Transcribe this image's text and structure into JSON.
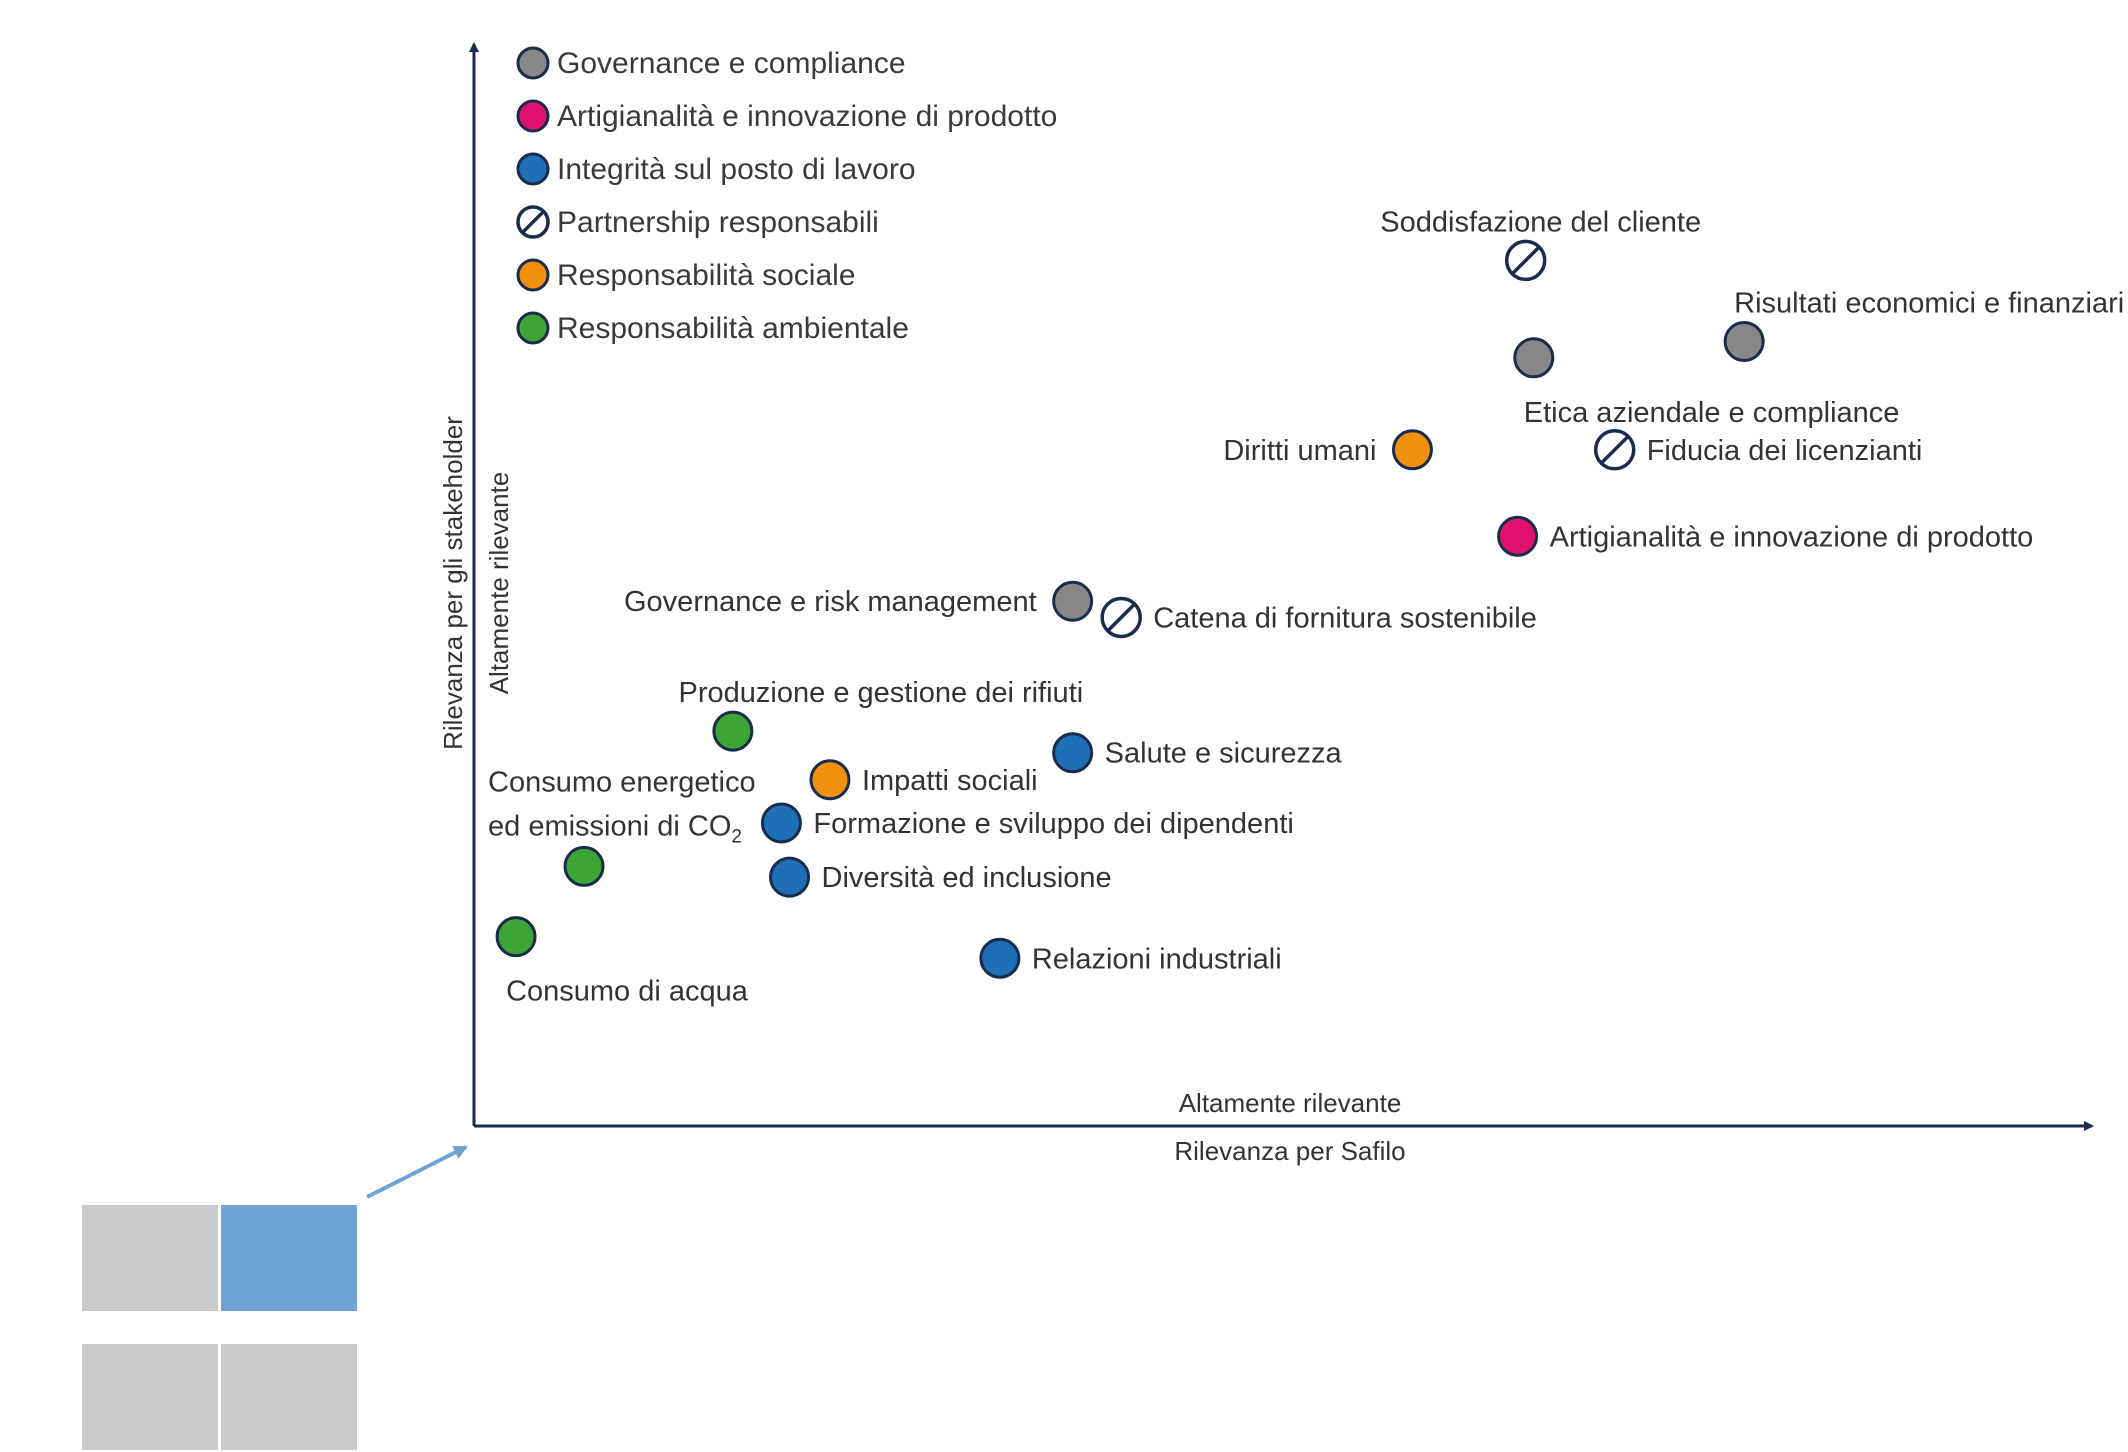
{
  "chart_data": {
    "type": "scatter",
    "x_axis": {
      "label": "Rilevanza per Safilo",
      "high_label": "Altamente rilevante",
      "range": [
        0,
        100
      ]
    },
    "y_axis": {
      "label": "Rilevanza per gli stakeholder",
      "high_label": "Altamente rilevante",
      "range": [
        0,
        100
      ]
    },
    "grid": false,
    "legend_position": "top-left",
    "categories": [
      {
        "key": "governance",
        "name": "Governance e compliance",
        "color": "#878787",
        "marker": "filled"
      },
      {
        "key": "artigianalita",
        "name": "Artigianalità e innovazione di prodotto",
        "color": "#e0116c",
        "marker": "filled"
      },
      {
        "key": "lavoro",
        "name": "Integrità sul posto di lavoro",
        "color": "#1f6fb7",
        "marker": "filled"
      },
      {
        "key": "partnership",
        "name": "Partnership responsabili",
        "color": "#1a2b4c",
        "marker": "slashed"
      },
      {
        "key": "sociale",
        "name": "Responsabilità sociale",
        "color": "#f0900f",
        "marker": "filled"
      },
      {
        "key": "ambientale",
        "name": "Responsabilità ambientale",
        "color": "#3ca535",
        "marker": "filled"
      }
    ],
    "points": [
      {
        "label": "Soddisfazione del cliente",
        "category": "partnership",
        "x": 65.0,
        "y": 80.0,
        "label_pos": "above"
      },
      {
        "label": "Risultati economici e finanziari",
        "category": "governance",
        "x": 78.5,
        "y": 72.5,
        "label_pos": "above-right"
      },
      {
        "label": "Etica aziendale e compliance",
        "category": "governance",
        "x": 65.5,
        "y": 71.0,
        "label_pos": "below"
      },
      {
        "label": "Diritti umani",
        "category": "sociale",
        "x": 58.0,
        "y": 62.5,
        "label_pos": "left"
      },
      {
        "label": "Fiducia dei licenzianti",
        "category": "partnership",
        "x": 70.5,
        "y": 62.5,
        "label_pos": "right"
      },
      {
        "label": "Artigianalità e innovazione di prodotto",
        "category": "artigianalita",
        "x": 64.5,
        "y": 54.5,
        "label_pos": "right"
      },
      {
        "label": "Governance e risk management",
        "category": "governance",
        "x": 37.0,
        "y": 48.5,
        "label_pos": "left"
      },
      {
        "label": "Catena di fornitura sostenibile",
        "category": "partnership",
        "x": 40.0,
        "y": 47.0,
        "label_pos": "right"
      },
      {
        "label": "Produzione e gestione dei rifiuti",
        "category": "ambientale",
        "x": 16.0,
        "y": 36.5,
        "label_pos": "above"
      },
      {
        "label": "Salute e sicurezza",
        "category": "lavoro",
        "x": 37.0,
        "y": 34.5,
        "label_pos": "right"
      },
      {
        "label": "Impatti sociali",
        "category": "sociale",
        "x": 22.0,
        "y": 32.0,
        "label_pos": "right"
      },
      {
        "label": "Formazione e sviluppo dei dipendenti",
        "category": "lavoro",
        "x": 19.0,
        "y": 28.0,
        "label_pos": "right"
      },
      {
        "label": "Consumo energetico",
        "label2": "ed emissioni di CO",
        "label2_sub": "2",
        "category": "ambientale",
        "x": 6.8,
        "y": 24.0,
        "label_pos": "above"
      },
      {
        "label": "Diversità ed inclusione",
        "category": "lavoro",
        "x": 19.5,
        "y": 23.0,
        "label_pos": "right"
      },
      {
        "label": "Consumo di acqua",
        "category": "ambientale",
        "x": 2.6,
        "y": 17.5,
        "label_pos": "below"
      },
      {
        "label": "Relazioni industriali",
        "category": "lavoro",
        "x": 32.5,
        "y": 15.5,
        "label_pos": "right"
      }
    ]
  },
  "quadrant_key": {
    "cells": [
      "low-high",
      "high-high",
      "low-low",
      "high-low"
    ],
    "highlighted": "high-high",
    "highlight_color": "#6fa3d2",
    "base_color": "#c9c9c9",
    "arrow_color": "#6fa3d2"
  },
  "colors": {
    "axis": "#1a2b4c",
    "text": "#333333"
  }
}
